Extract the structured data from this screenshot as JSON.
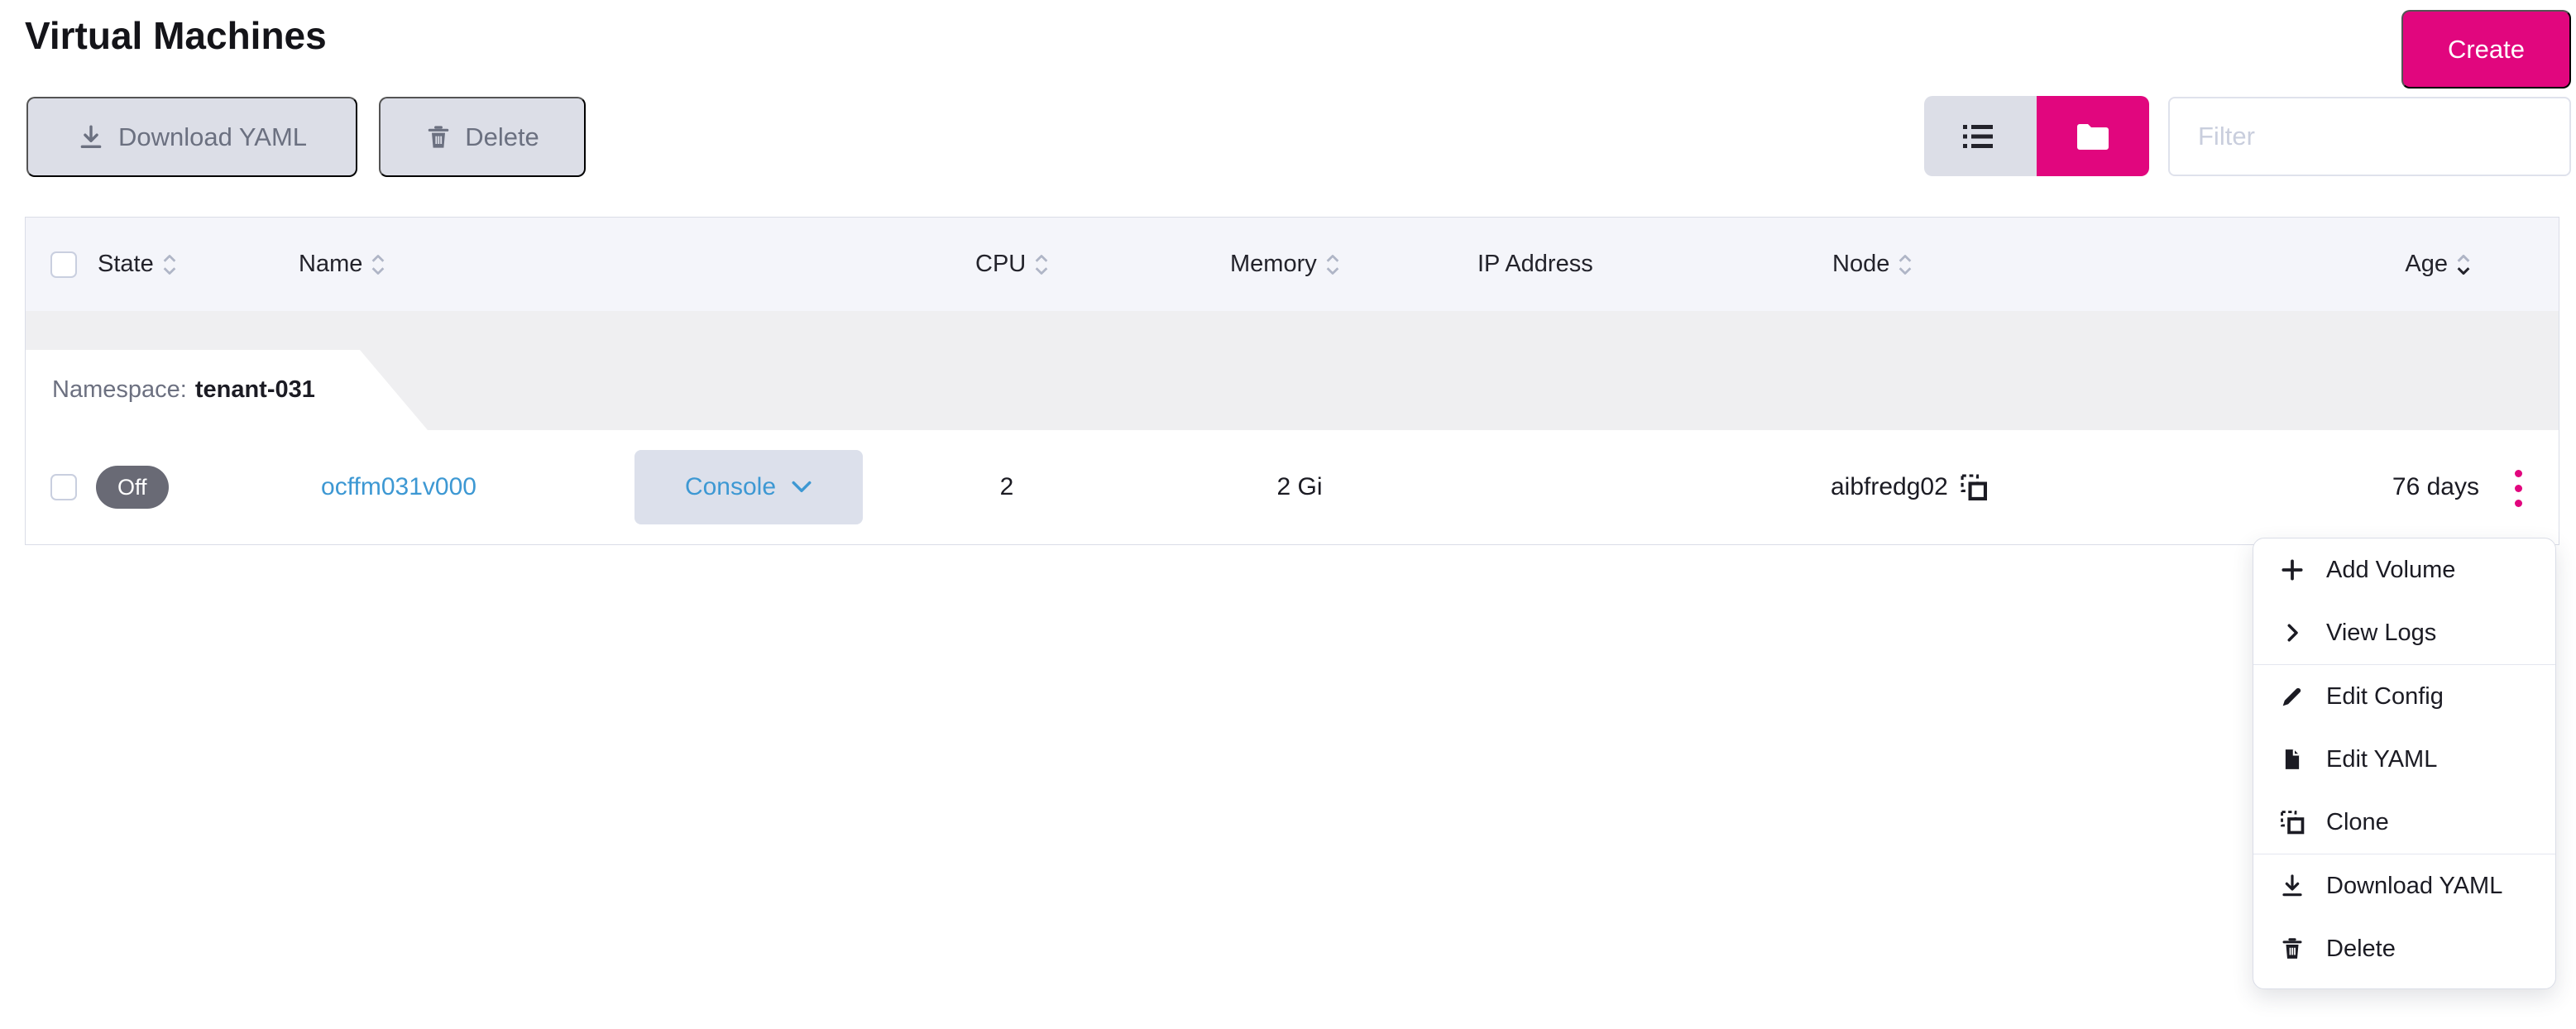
{
  "page": {
    "title": "Virtual Machines"
  },
  "actions": {
    "create": "Create",
    "download_yaml": "Download YAML",
    "delete": "Delete"
  },
  "view_toggle": {
    "active": "grouped",
    "options": [
      "list",
      "grouped"
    ]
  },
  "filter": {
    "placeholder": "Filter",
    "value": ""
  },
  "table": {
    "columns": [
      {
        "label": "State",
        "sortable": true
      },
      {
        "label": "Name",
        "sortable": true
      },
      {
        "label": "CPU",
        "sortable": true
      },
      {
        "label": "Memory",
        "sortable": true
      },
      {
        "label": "IP Address",
        "sortable": false
      },
      {
        "label": "Node",
        "sortable": true
      },
      {
        "label": "Age",
        "sortable": true,
        "sorted": "desc"
      }
    ],
    "group": {
      "label": "Namespace:",
      "value": "tenant-031"
    },
    "rows": [
      {
        "state": "Off",
        "name": "ocffm031v000",
        "console_label": "Console",
        "cpu": "2",
        "memory": "2 Gi",
        "ip_address": "",
        "node": "aibfredg02",
        "age": "76 days"
      }
    ]
  },
  "row_menu": {
    "items": [
      {
        "icon": "plus-icon",
        "label": "Add Volume"
      },
      {
        "icon": "chevron-right-icon",
        "label": "View Logs"
      },
      {
        "icon": "pencil-icon",
        "label": "Edit Config"
      },
      {
        "icon": "file-icon",
        "label": "Edit YAML"
      },
      {
        "icon": "clone-icon",
        "label": "Clone"
      },
      {
        "icon": "download-icon",
        "label": "Download YAML"
      },
      {
        "icon": "trash-icon",
        "label": "Delete"
      }
    ],
    "dividers_after_indices": [
      1,
      4
    ]
  },
  "colors": {
    "accent": "#E1067E",
    "link": "#3D98D3",
    "button_bg": "#DCDEE7",
    "button_text": "#6B7080",
    "header_bg": "#F4F5FA",
    "group_band_bg": "#EFEFF1",
    "badge_bg": "#696A75",
    "border": "#DADDE7"
  }
}
